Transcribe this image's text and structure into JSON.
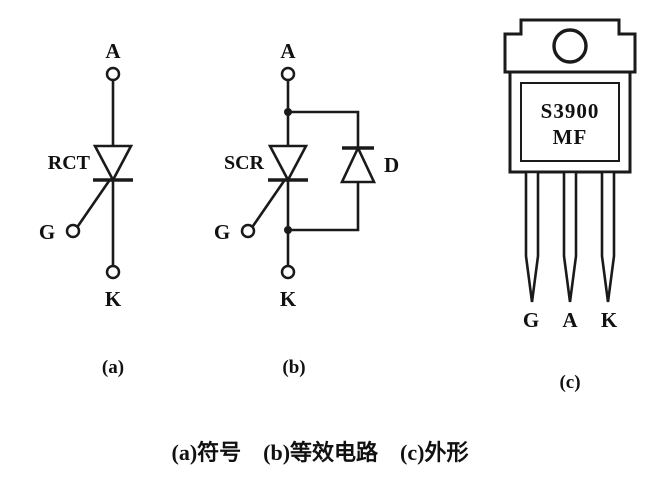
{
  "colors": {
    "ink": "#1a1a1a",
    "paper": "#ffffff"
  },
  "diagram": {
    "part_a": {
      "anode_label": "A",
      "gate_label": "G",
      "cathode_label": "K",
      "device_label": "RCT",
      "caption": "(a)"
    },
    "part_b": {
      "anode_label": "A",
      "gate_label": "G",
      "cathode_label": "K",
      "device_label": "SCR",
      "diode_label": "D",
      "caption": "(b)"
    },
    "part_c": {
      "marking_line1": "S3900",
      "marking_line2": "MF",
      "pin_labels": [
        "G",
        "A",
        "K"
      ],
      "caption": "(c)"
    },
    "bottom_caption": "(a)符号　(b)等效电路　(c)外形"
  }
}
